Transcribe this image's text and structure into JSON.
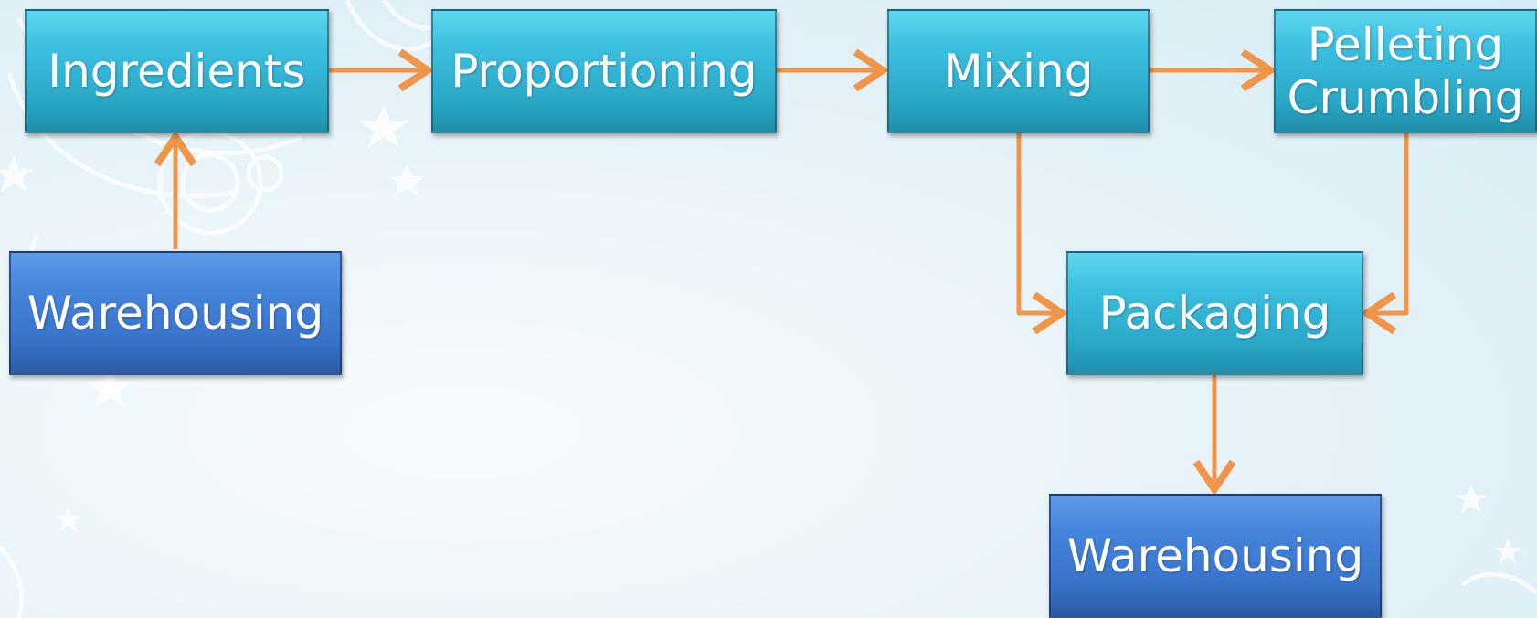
{
  "diagram": {
    "nodes": {
      "ingredients": "Ingredients",
      "proportioning": "Proportioning",
      "mixing": "Mixing",
      "pelleting": "Pelleting\nCrumbling",
      "packaging": "Packaging",
      "warehousing_in": "Warehousing",
      "warehousing_out": "Warehousing"
    },
    "colors": {
      "process_box": "#2fb3d3",
      "storage_box": "#3f7fd6",
      "connector": "#f0964a"
    }
  }
}
